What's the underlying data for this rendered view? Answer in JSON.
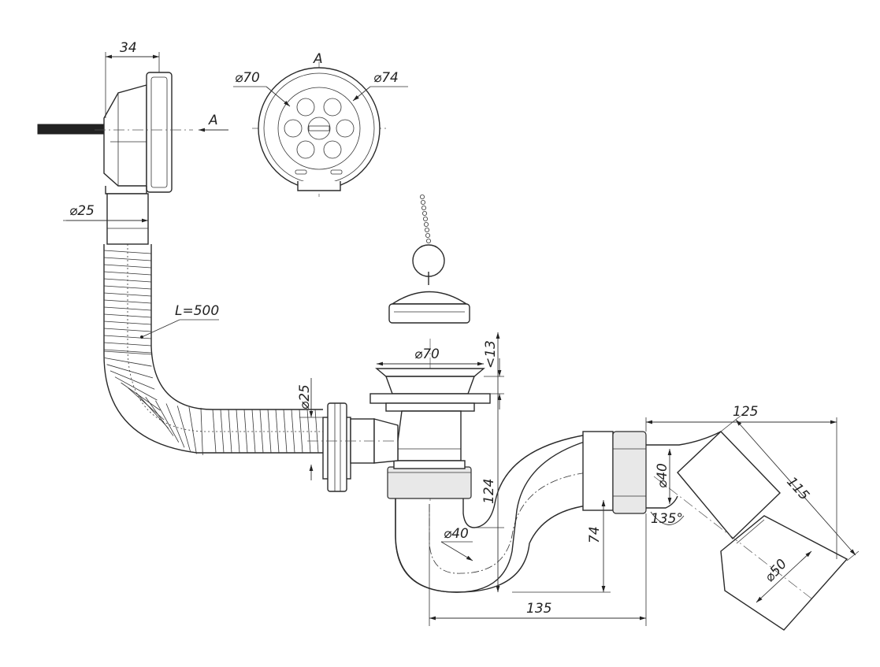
{
  "labels": {
    "overflow_depth": "34",
    "view_a": "A",
    "view_a_arrow": "A",
    "overflow_inner_dia": "⌀70",
    "overflow_outer_dia": "⌀74",
    "overflow_pipe_dia": "⌀25",
    "hose_length": "L=500",
    "strainer_dia": "⌀70",
    "strainer_height": "<13",
    "inlet_dia": "⌀25",
    "trap_height": "124",
    "trap_bend_dia": "⌀40",
    "trap_bottom_height": "74",
    "trap_width": "135",
    "outlet_reach": "125",
    "outlet_inner_dia": "⌀40",
    "outlet_angle": "135°",
    "outlet_length": "115",
    "outlet_dia": "⌀50"
  },
  "colors": {
    "line": "#2a2a2a",
    "background": "#ffffff"
  }
}
